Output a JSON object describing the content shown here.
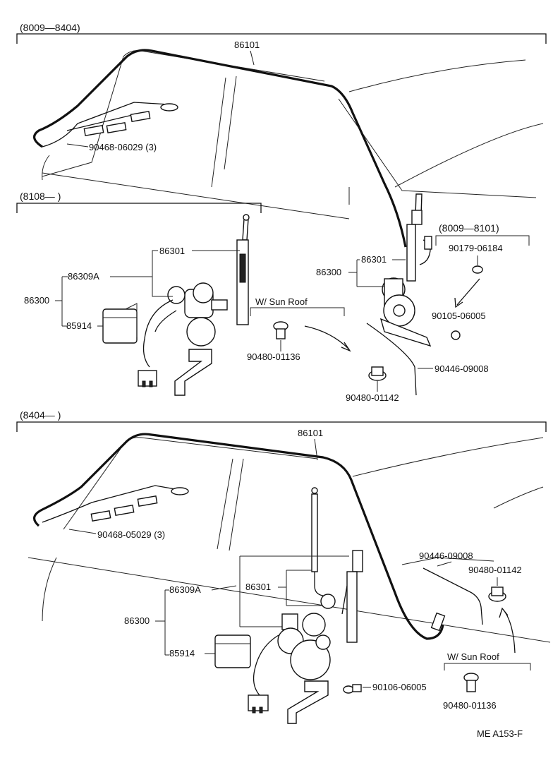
{
  "sections": {
    "top": {
      "range": "(8009—8404)",
      "labels": {
        "glass_antenna": "86101",
        "clip": "90468-06029 (3)"
      }
    },
    "mid": {
      "range": "(8108—        )",
      "labels": {
        "assy": "86300",
        "motor_assy": "86309A",
        "rod": "86301",
        "relay": "85914",
        "sunroof": "W/ Sun Roof",
        "nut1": "90480-01136",
        "nut2": "90480-01142",
        "cable": "90446-09008",
        "right_assy": "86300",
        "right_rod": "86301",
        "sub_range": "(8009—8101)",
        "washer": "90179-06184",
        "screw": "90105-06005"
      }
    },
    "bottom": {
      "range": "(8404—        )",
      "labels": {
        "glass_antenna": "86101",
        "clip": "90468-05029 (3)",
        "cable": "90446-09008",
        "nut2": "90480-01142",
        "rod": "86301",
        "motor_assy": "86309A",
        "assy": "86300",
        "relay": "85914",
        "sunroof": "W/ Sun Roof",
        "nut1": "90480-01136",
        "screw": "90106-06005"
      }
    }
  },
  "footer": {
    "code": "ME   A153-F"
  }
}
